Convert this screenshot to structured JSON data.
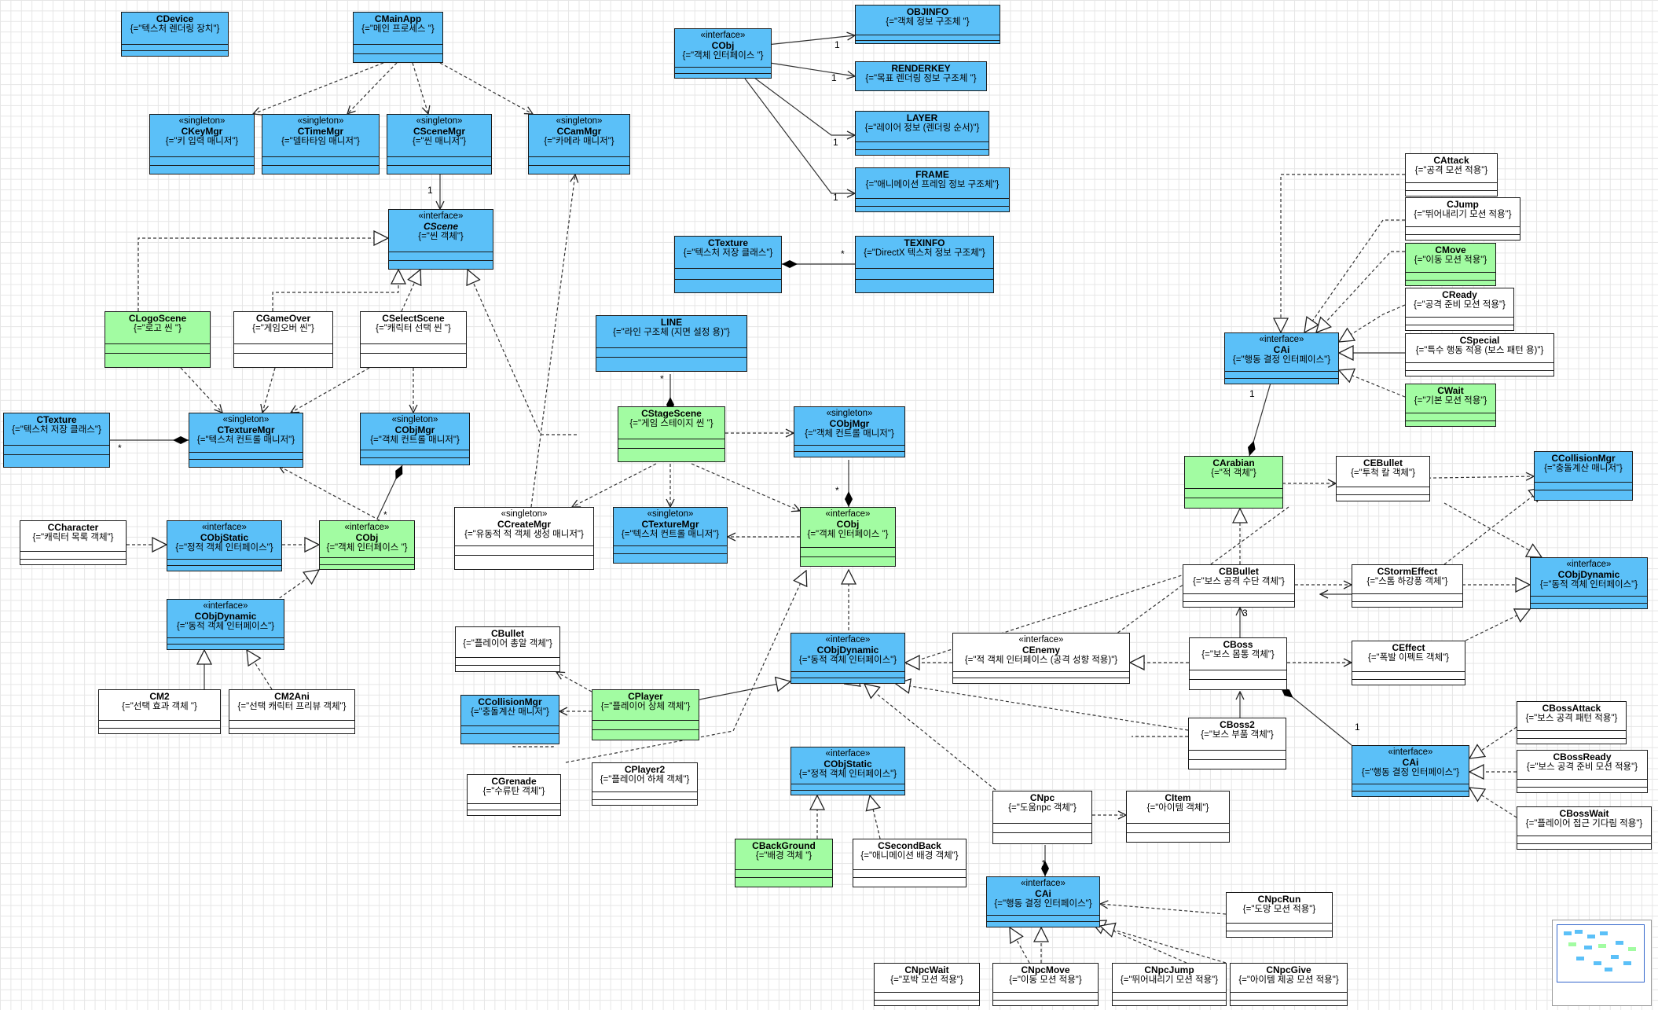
{
  "colors": {
    "interface_blue": "#5bc0f8",
    "concrete_green": "#a2fca2",
    "plain_white": "#ffffff",
    "grid": "#e6e6e6"
  },
  "nodes": [
    {
      "id": "cdevice",
      "name": "CDevice",
      "desc": "{=\"텍스처 렌더링 장치\"}",
      "color": "blue"
    },
    {
      "id": "cmainapp",
      "name": "CMainApp",
      "desc": "{=\"메인 프로세스 \"}",
      "color": "blue"
    },
    {
      "id": "ckeymgr",
      "stereo": "«singleton»",
      "name": "CKeyMgr",
      "desc": "{=\"키 입력 매니저\"}",
      "color": "blue"
    },
    {
      "id": "ctimemgr",
      "stereo": "«singleton»",
      "name": "CTimeMgr",
      "desc": "{=\"델타타임 매니저\"}",
      "color": "blue"
    },
    {
      "id": "cscenemgr",
      "stereo": "«singleton»",
      "name": "CSceneMgr",
      "desc": "{=\"씬 매니저\"}",
      "color": "blue"
    },
    {
      "id": "ccammgr",
      "stereo": "«singleton»",
      "name": "CCamMgr",
      "desc": "{=\"카메라 매니저\"}",
      "color": "blue"
    },
    {
      "id": "cscene",
      "stereo": "«interface»",
      "name": "CScene",
      "desc": "{=\"씬 객체\"}",
      "color": "blue",
      "italic": true
    },
    {
      "id": "clogoscene",
      "name": "CLogoScene",
      "desc": "{=\"로고 씬 \"}",
      "color": "green"
    },
    {
      "id": "cgameover",
      "name": "CGameOver",
      "desc": "{=\"게임오버 씬\"}",
      "color": "white"
    },
    {
      "id": "cselectscene",
      "name": "CSelectScene",
      "desc": "{=\"캐릭터 선택 씬 \"}",
      "color": "white"
    },
    {
      "id": "ctexture_l",
      "name": "CTexture",
      "desc": "{=\"텍스처 저장 클래스\"}",
      "color": "blue"
    },
    {
      "id": "ctexturemgr_l",
      "stereo": "«singleton»",
      "name": "CTextureMgr",
      "desc": "{=\"텍스처 컨트롤 매니저\"}",
      "color": "blue"
    },
    {
      "id": "cobjmgr_l",
      "stereo": "«singleton»",
      "name": "CObjMgr",
      "desc": "{=\"객체 컨트롤 매니저\"}",
      "color": "blue"
    },
    {
      "id": "ccharacter",
      "name": "CCharacter",
      "desc": "{=\"캐릭터 목록 객체\"}",
      "color": "white"
    },
    {
      "id": "cobjstatic_l",
      "stereo": "«interface»",
      "name": "CObjStatic",
      "desc": "{=\"정적 객체 인터페이스\"}",
      "color": "blue"
    },
    {
      "id": "cobj_l",
      "stereo": "«interface»",
      "name": "CObj",
      "desc": "{=\"객체 인터페이스 \"}",
      "color": "green"
    },
    {
      "id": "cobjdynamic_l",
      "stereo": "«interface»",
      "name": "CObjDynamic",
      "desc": "{=\"동적 객체 인터페이스\"}",
      "color": "blue"
    },
    {
      "id": "cm2",
      "name": "CM2",
      "desc": "{=\"선택 효과 객체 \"}",
      "color": "white"
    },
    {
      "id": "cm2ani",
      "name": "CM2Ani",
      "desc": "{=\"선택 캐릭터 프리뷰 객체\"}",
      "color": "white"
    },
    {
      "id": "cobj_top",
      "stereo": "«interface»",
      "name": "CObj",
      "desc": "{=\"객체 인터페이스 \"}",
      "color": "blue"
    },
    {
      "id": "objinfo",
      "name": "OBJINFO",
      "desc": "{=\"객체 정보 구조체  \"}",
      "color": "blue"
    },
    {
      "id": "renderkey",
      "name": "RENDERKEY",
      "desc": "{=\"목표 렌더링 정보 구조체 \"}",
      "color": "blue"
    },
    {
      "id": "layer",
      "name": "LAYER",
      "desc": "{=\"레이어 정보 (렌더링 순서)\"}",
      "color": "blue"
    },
    {
      "id": "frame",
      "name": "FRAME",
      "desc": "{=\"애니메이션 프레임 정보 구조체\"}",
      "color": "blue"
    },
    {
      "id": "ctexture_m",
      "name": "CTexture",
      "desc": "{=\"텍스처 저장 클래스\"}",
      "color": "blue"
    },
    {
      "id": "texinfo",
      "name": "TEXINFO",
      "desc": "{=\"DirectX 텍스처 정보 구조체\"}",
      "color": "blue"
    },
    {
      "id": "line",
      "name": "LINE",
      "desc": "{=\"라인 구조체 (지면 설정 용)\"}",
      "color": "blue"
    },
    {
      "id": "cstagescene",
      "name": "CStageScene",
      "desc": "{=\"게임 스테이지 씬 \"}",
      "color": "green"
    },
    {
      "id": "cobjmgr_m",
      "stereo": "«singleton»",
      "name": "CObjMgr",
      "desc": "{=\"객체 컨트롤 매니저\"}",
      "color": "blue"
    },
    {
      "id": "ccreatemgr",
      "stereo": "«singleton»",
      "name": "CCreateMgr",
      "desc": "{=\"유동적 적 객체 생성 매니저\"}",
      "color": "white"
    },
    {
      "id": "ctexturemgr_m",
      "stereo": "«singleton»",
      "name": "CTextureMgr",
      "desc": "{=\"텍스처 컨트롤 매니저\"}",
      "color": "blue"
    },
    {
      "id": "cobj_m",
      "stereo": "«interface»",
      "name": "CObj",
      "desc": "{=\"객체 인터페이스 \"}",
      "color": "green"
    },
    {
      "id": "cbullet_p",
      "name": "CBullet",
      "desc": "{=\"플레이어 총알 객체\"}",
      "color": "white"
    },
    {
      "id": "ccollisionmgr_p",
      "name": "CCollisionMgr",
      "desc": "{=\"충돌계산 매니저\"}",
      "color": "blue"
    },
    {
      "id": "cplayer",
      "name": "CPlayer",
      "desc": "{=\"플레이어  상체 객체\"}",
      "color": "green"
    },
    {
      "id": "cgrenade",
      "name": "CGrenade",
      "desc": "{=\"수류탄 객체\"}",
      "color": "white"
    },
    {
      "id": "cplayer2",
      "name": "CPlayer2",
      "desc": "{=\"플레이어 하체 객체\"}",
      "color": "white"
    },
    {
      "id": "cobjdynamic_m",
      "stereo": "«interface»",
      "name": "CObjDynamic",
      "desc": "{=\"동적 객체 인터페이스\"}",
      "color": "blue"
    },
    {
      "id": "cobjstatic_m",
      "stereo": "«interface»",
      "name": "CObjStatic",
      "desc": "{=\"정적 객체 인터페이스\"}",
      "color": "blue"
    },
    {
      "id": "cbackground",
      "name": "CBackGround",
      "desc": "{=\"배경 객체 \"}",
      "color": "green"
    },
    {
      "id": "csecondback",
      "name": "CSecondBack",
      "desc": "{=\"애니메이션 배경 객체\"}",
      "color": "white"
    },
    {
      "id": "cenemy",
      "stereo": "«interface»",
      "name": "CEnemy",
      "desc": "{=\"적 객체 인터페이스 (공격 성향 적용)\"}",
      "color": "white"
    },
    {
      "id": "cnpc",
      "name": "CNpc",
      "desc": "{=\"도움npc 객체\"}",
      "color": "white"
    },
    {
      "id": "citem",
      "name": "CItem",
      "desc": "{=\"아이템 객체\"}",
      "color": "white"
    },
    {
      "id": "cai_npc",
      "stereo": "«interface»",
      "name": "CAi",
      "desc": "{=\"행동 결정 인터페이스\"}",
      "color": "blue"
    },
    {
      "id": "cnpcrun",
      "name": "CNpcRun",
      "desc": "{=\"도망 모션 적용\"}",
      "color": "white"
    },
    {
      "id": "cnpcwait",
      "name": "CNpcWait",
      "desc": "{=\"포박 모션 적용\"}",
      "color": "white"
    },
    {
      "id": "cnpcmove",
      "name": "CNpcMove",
      "desc": "{=\"이동 모션 적용\"}",
      "color": "white"
    },
    {
      "id": "cnpcjump",
      "name": "CNpcJump",
      "desc": "{=\"뛰어내리기 모션 적용\"}",
      "color": "white"
    },
    {
      "id": "cnpcgive",
      "name": "CNpcGive",
      "desc": "{=\"아이템 제공 모션 적용\"}",
      "color": "white"
    },
    {
      "id": "cattack",
      "name": "CAttack",
      "desc": "{=\"공격 모션 적용\"}",
      "color": "white"
    },
    {
      "id": "cjump",
      "name": "CJump",
      "desc": "{=\"뛰어내리기 모션 적용\"}",
      "color": "white"
    },
    {
      "id": "cmove",
      "name": "CMove",
      "desc": "{=\"이동 모션 적용\"}",
      "color": "green"
    },
    {
      "id": "cready",
      "name": "CReady",
      "desc": "{=\"공격 준비 모션 적용\"}",
      "color": "white"
    },
    {
      "id": "cspecial",
      "name": "CSpecial",
      "desc": "{=\"특수 행동 적용 (보스 패턴 용)\"}",
      "color": "white"
    },
    {
      "id": "cwait",
      "name": "CWait",
      "desc": "{=\"기본 모션 적용\"}",
      "color": "green"
    },
    {
      "id": "cai_r",
      "stereo": "«interface»",
      "name": "CAi",
      "desc": "{=\"행동 결정 인터페이스\"}",
      "color": "blue"
    },
    {
      "id": "carabian",
      "name": "CArabian",
      "desc": "{=\"적 객체\"}",
      "color": "green"
    },
    {
      "id": "cebullet",
      "name": "CEBullet",
      "desc": "{=\"투척 칼 객체\"}",
      "color": "white"
    },
    {
      "id": "ccollisionmgr_r",
      "name": "CCollisionMgr",
      "desc": "{=\"충돌계산 매니저\"}",
      "color": "blue"
    },
    {
      "id": "cbbullet",
      "name": "CBBullet",
      "desc": "{=\"보스 공격 수단 객체\"}",
      "color": "white"
    },
    {
      "id": "cstormeffect",
      "name": "CStormEffect",
      "desc": "{=\"스톰 하강풍 객체\"}",
      "color": "white"
    },
    {
      "id": "cobjdynamic_r",
      "stereo": "«interface»",
      "name": "CObjDynamic",
      "desc": "{=\"동적 객체 인터페이스\"}",
      "color": "blue"
    },
    {
      "id": "cboss",
      "name": "CBoss",
      "desc": "{=\"보스 몸통 객체\"}",
      "color": "white"
    },
    {
      "id": "ceffect",
      "name": "CEffect",
      "desc": "{=\"폭발 이펙트 객체\"}",
      "color": "white"
    },
    {
      "id": "cboss2",
      "name": "CBoss2",
      "desc": "{=\"보스 부품 객체\"}",
      "color": "white"
    },
    {
      "id": "cai_boss",
      "stereo": "«interface»",
      "name": "CAi",
      "desc": "{=\"행동 결정 인터페이스\"}",
      "color": "blue"
    },
    {
      "id": "cbossattack",
      "name": "CBossAttack",
      "desc": "{=\"보스 공격 패턴 적용\"}",
      "color": "white"
    },
    {
      "id": "cbossready",
      "name": "CBossReady",
      "desc": "{=\"보스 공격 준비 모션 적용\"}",
      "color": "white"
    },
    {
      "id": "cbosswait",
      "name": "CBossWait",
      "desc": "{=\"플레이어 접근 기다림 적용\"}",
      "color": "white"
    }
  ],
  "multiplicity_labels": [
    "1",
    "1",
    "1",
    "1",
    "1",
    "*",
    "*",
    "*",
    "*",
    "*",
    "1",
    "3",
    "1",
    "1"
  ]
}
